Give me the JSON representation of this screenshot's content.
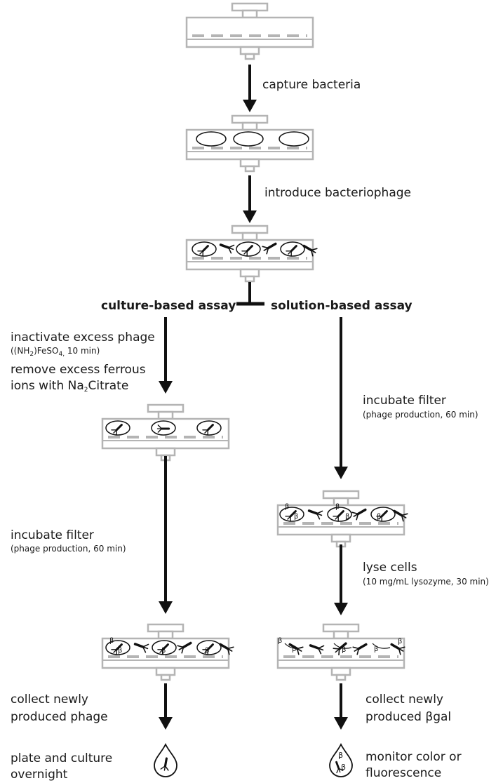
{
  "steps": {
    "capture": "capture bacteria",
    "introduce": "introduce bacteriophage"
  },
  "branches": {
    "culture": "culture-based assay",
    "solution": "solution-based assay"
  },
  "culture": {
    "inactivate": "inactivate excess phage",
    "inactivate_detail": {
      "open": "((NH",
      "sub1": "2",
      "mid": ")FeSO",
      "sub2": "4,",
      "close": " 10 min)"
    },
    "remove_line1": "remove excess ferrous",
    "remove_line2": {
      "pre": "ions with Na",
      "sub": "2",
      "post": "Citrate"
    },
    "incubate": "incubate filter",
    "incubate_detail": "(phage production, 60 min)",
    "collect_line1": "collect newly",
    "collect_line2": "produced phage",
    "plate_line1": "plate and culture",
    "plate_line2": "overnight"
  },
  "solution": {
    "incubate": "incubate filter",
    "incubate_detail": "(phage production, 60 min)",
    "lyse": "lyse cells",
    "lyse_detail": "(10 mg/mL lysozyme, 30 min)",
    "collect_line1": "collect newly",
    "collect_line2": "produced βgal",
    "monitor_line1": "monitor color or",
    "monitor_line2": "fluorescence"
  },
  "symbols": {
    "beta": "β"
  },
  "colors": {
    "device": "#b4b4b4",
    "ink": "#111111"
  },
  "icons": [
    "filter-device",
    "bacterium",
    "phage",
    "beta-galactosidase",
    "droplet",
    "down-arrow",
    "branch-junction"
  ]
}
